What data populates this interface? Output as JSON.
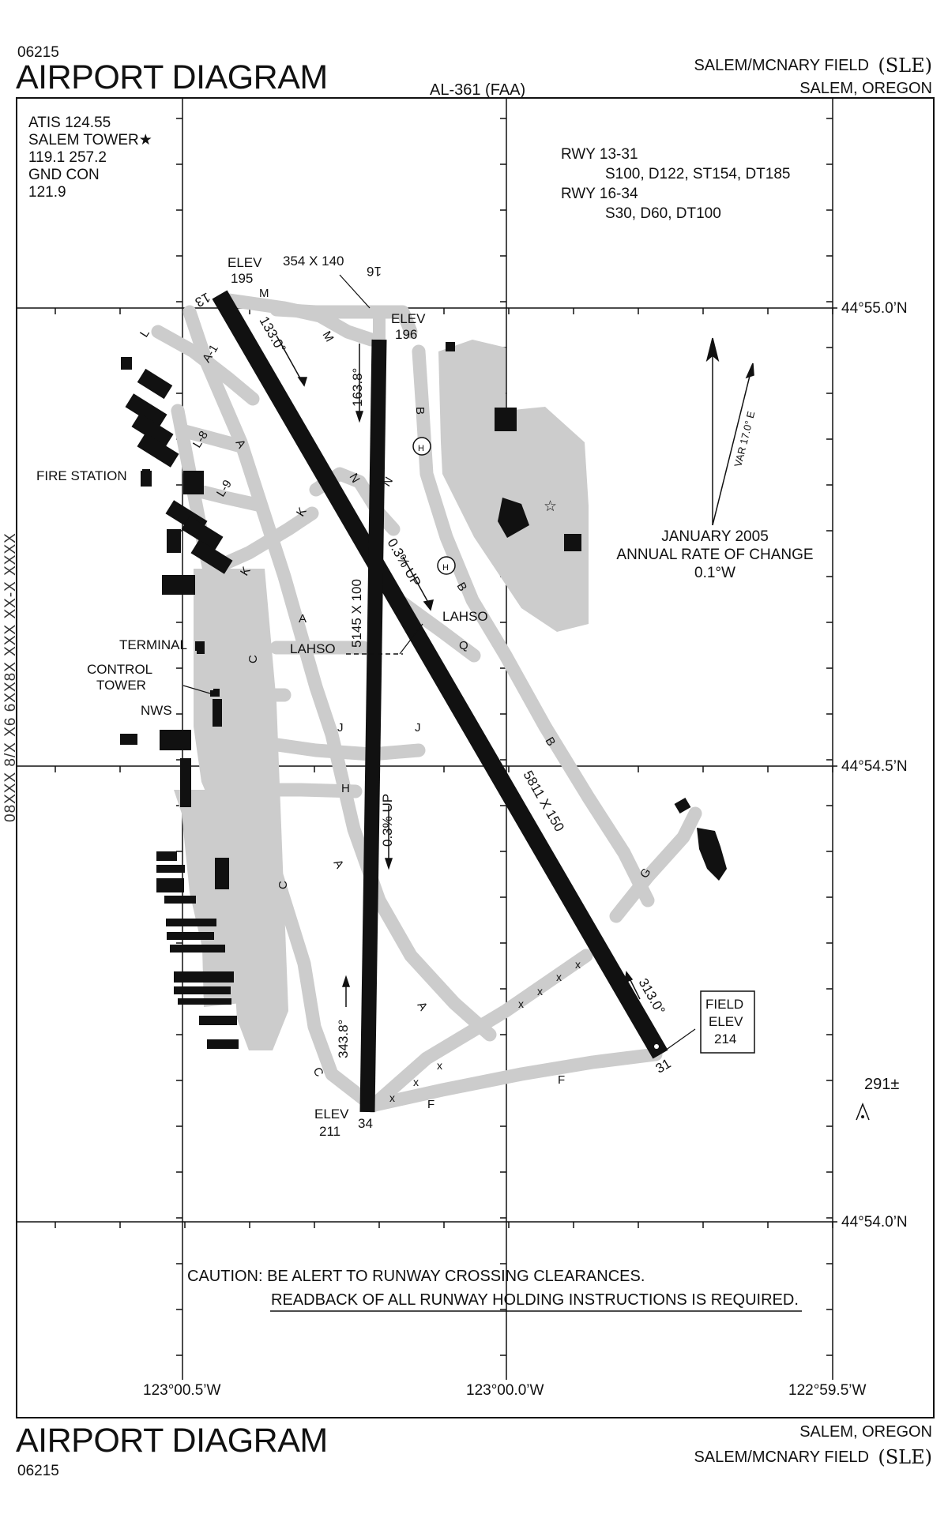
{
  "header": {
    "chart_number": "06215",
    "title": "AIRPORT DIAGRAM",
    "procedure_id": "AL-361 (FAA)",
    "airport_name": "SALEM/MCNARY FIELD",
    "airport_id": "(SLE)",
    "location": "SALEM, OREGON"
  },
  "footer": {
    "title": "AIRPORT DIAGRAM",
    "chart_number": "06215",
    "location": "SALEM, OREGON",
    "airport_name": "SALEM/MCNARY FIELD",
    "airport_id": "(SLE)"
  },
  "side_text": "08XXX 8/X X6 6XX8X XXX XX-X XXXX",
  "frequencies": {
    "atis": "ATIS 124.55",
    "tower": "SALEM TOWER",
    "tower_freqs": "119.1  257.2",
    "ground": "GND CON",
    "ground_freq": "121.9"
  },
  "runway_data": {
    "rwy1_id": "RWY  13-31",
    "rwy1_strength": "S100, D122, ST154, DT185",
    "rwy2_id": "RWY 16-34",
    "rwy2_strength": "S30, D60, DT100"
  },
  "coordinates": {
    "lat_top": "44°55.0’N",
    "lat_mid": "44°54.5’N",
    "lat_bottom": "44°54.0’N",
    "lon_left": "123°00.5’W",
    "lon_mid": "123°00.0’W",
    "lon_right": "122°59.5’W"
  },
  "magnetic": {
    "var": "VAR 17.0° E",
    "date": "JANUARY 2005",
    "rate_label": "ANNUAL RATE OF CHANGE",
    "rate": "0.1°W"
  },
  "labels": {
    "elev_label": "ELEV",
    "elev_13": "195",
    "elev_16": "196",
    "elev_34": "211",
    "field_elev_1": "FIELD",
    "field_elev_2": "ELEV",
    "field_elev_val": "214",
    "dim_16_ovr": "354 X 140",
    "dim_16_34": "5145 X 100",
    "dim_13_31": "5811 X 150",
    "rwy_13": "13",
    "rwy_16": "16",
    "rwy_31": "31",
    "rwy_34": "34",
    "hdg_133": "133.0°",
    "hdg_163": "163.8°",
    "hdg_313": "313.0°",
    "hdg_343": "343.8°",
    "slope_up": "0.3% UP",
    "lahso": "LAHSO",
    "fire_station": "FIRE STATION",
    "terminal": "TERMINAL",
    "control": "CONTROL",
    "tower_word": "TOWER",
    "nws": "NWS",
    "obstacle": "291",
    "obstacle_pm": "±"
  },
  "taxiways": {
    "A": "A",
    "A1": "A-1",
    "B": "B",
    "C": "C",
    "F": "F",
    "G": "G",
    "H": "H",
    "J": "J",
    "K": "K",
    "L": "L",
    "L8": "L-8",
    "L9": "L-9",
    "M": "M",
    "N": "N",
    "Q": "Q",
    "heli": "H"
  },
  "caution": {
    "line1": "CAUTION: BE ALERT TO RUNWAY CROSSING CLEARANCES.",
    "line2": "READBACK OF ALL RUNWAY HOLDING INSTRUCTIONS IS REQUIRED."
  },
  "colors": {
    "paved": "#cccccc",
    "runway": "#111111",
    "building": "#111111"
  }
}
